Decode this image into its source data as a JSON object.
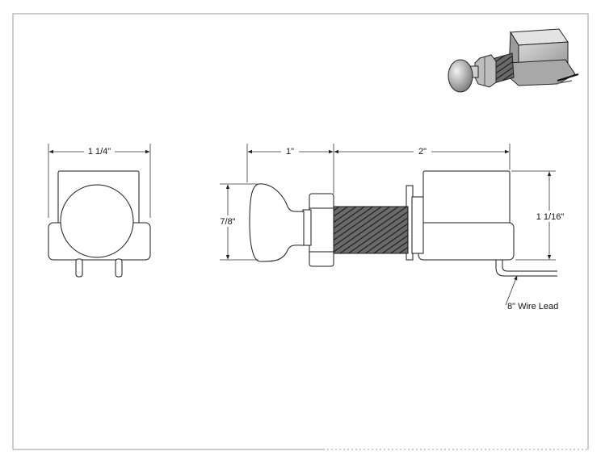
{
  "dimensions": {
    "front_width": "1 1/4\"",
    "knob_length": "1\"",
    "body_length": "2\"",
    "knob_height": "7/8\"",
    "body_height": "1 1/16\"",
    "wire_lead": "8\" Wire Lead"
  },
  "colors": {
    "line": "#1a1a1a",
    "sheet_border": "#9a9a9a",
    "dim_line": "#333333",
    "iso_dark": "#4a4a4a",
    "iso_mid": "#8c8c8c",
    "iso_light": "#cfcfcf"
  }
}
